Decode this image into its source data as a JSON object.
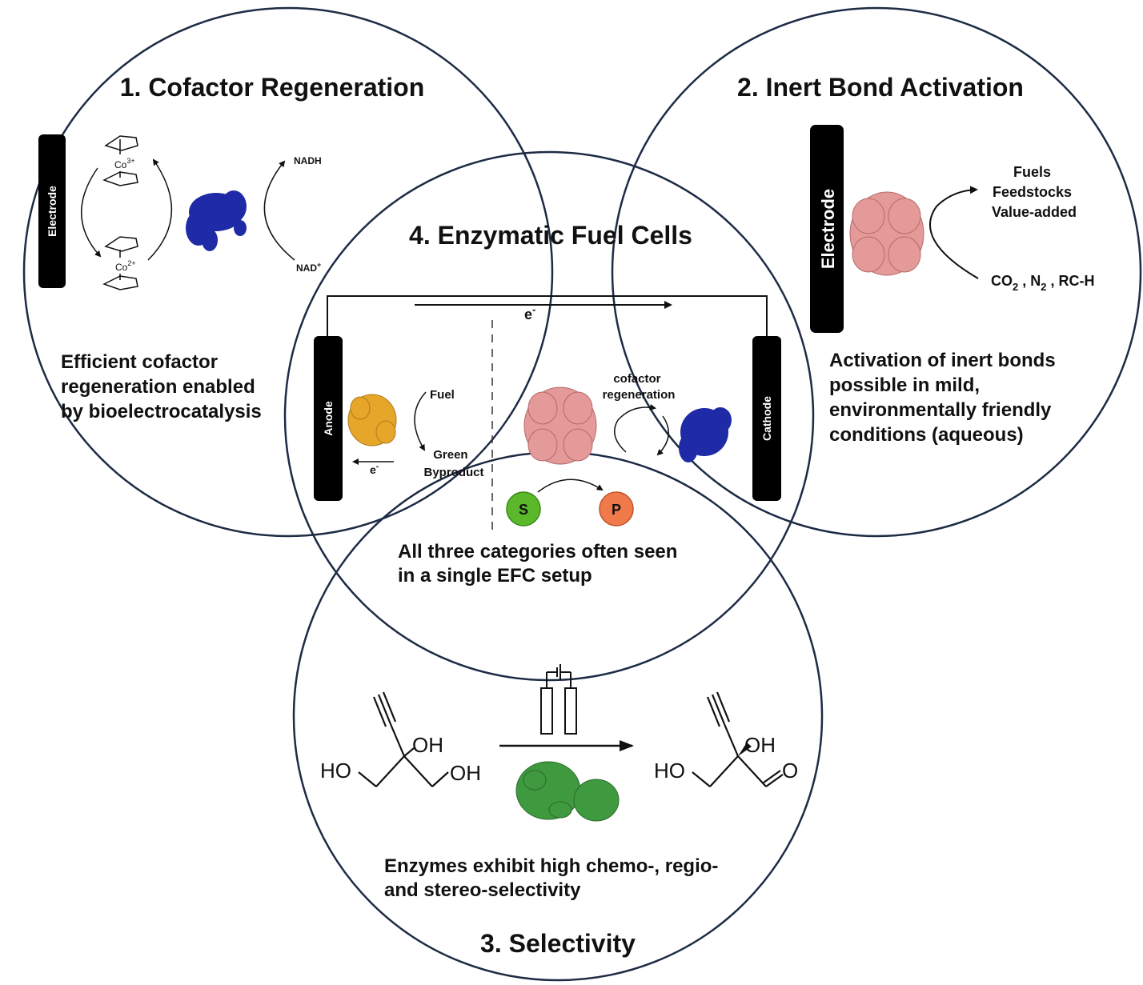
{
  "circle1": {
    "title": "1. Cofactor Regeneration",
    "electrode": "Electrode",
    "co3": "Co",
    "co3_charge": "3+",
    "co2": "Co",
    "co2_charge": "2+",
    "nadh": "NADH",
    "nad": "NAD",
    "nad_charge": "+",
    "desc": [
      "Efficient cofactor",
      "regeneration enabled",
      "by bioelectrocatalysis"
    ],
    "fill": "#f2d5d7"
  },
  "circle2": {
    "title": "2. Inert Bond Activation",
    "electrode": "Electrode",
    "products": [
      "Fuels",
      "Feedstocks",
      "Value-added"
    ],
    "substrates": {
      "co": "CO",
      "co_sub": "2",
      "sep1": " , ",
      "n": "N",
      "n_sub": "2",
      "sep2": " , ",
      "rch": "RC-H"
    },
    "desc": [
      "Activation of inert bonds",
      "possible in mild,",
      "environmentally friendly",
      "conditions (aqueous)"
    ],
    "fill": "#eaf3df"
  },
  "circle3": {
    "title": "3. Selectivity",
    "desc": [
      "Enzymes exhibit high chemo-, regio-",
      "and stereo-selectivity"
    ],
    "labels": {
      "oh_top_left": "OH",
      "ho_left": "HO",
      "oh_right": "OH",
      "oh_top_right": "OH",
      "ho_right": "HO",
      "o_right": "O"
    },
    "fill": "#e6ebf5"
  },
  "circle4": {
    "title": "4. Enzymatic Fuel Cells",
    "anode": "Anode",
    "cathode": "Cathode",
    "electron": "e",
    "electron_sup": "-",
    "fuel": "Fuel",
    "byproduct": [
      "Green",
      "Byproduct"
    ],
    "cofactor": [
      "cofactor",
      "regeneration"
    ],
    "s": "S",
    "p": "P",
    "desc": [
      "All three categories often seen",
      "in a single EFC setup"
    ],
    "fill": "#d6d6d6"
  },
  "colors": {
    "ring": "#1d2b45",
    "s_green": "#5ab82a",
    "p_orange": "#f07a4a",
    "enzyme_blue": "#1f2aa6",
    "enzyme_pink": "#e59a9a",
    "enzyme_gold": "#e5a62a",
    "enzyme_green": "#3f9a3f"
  }
}
